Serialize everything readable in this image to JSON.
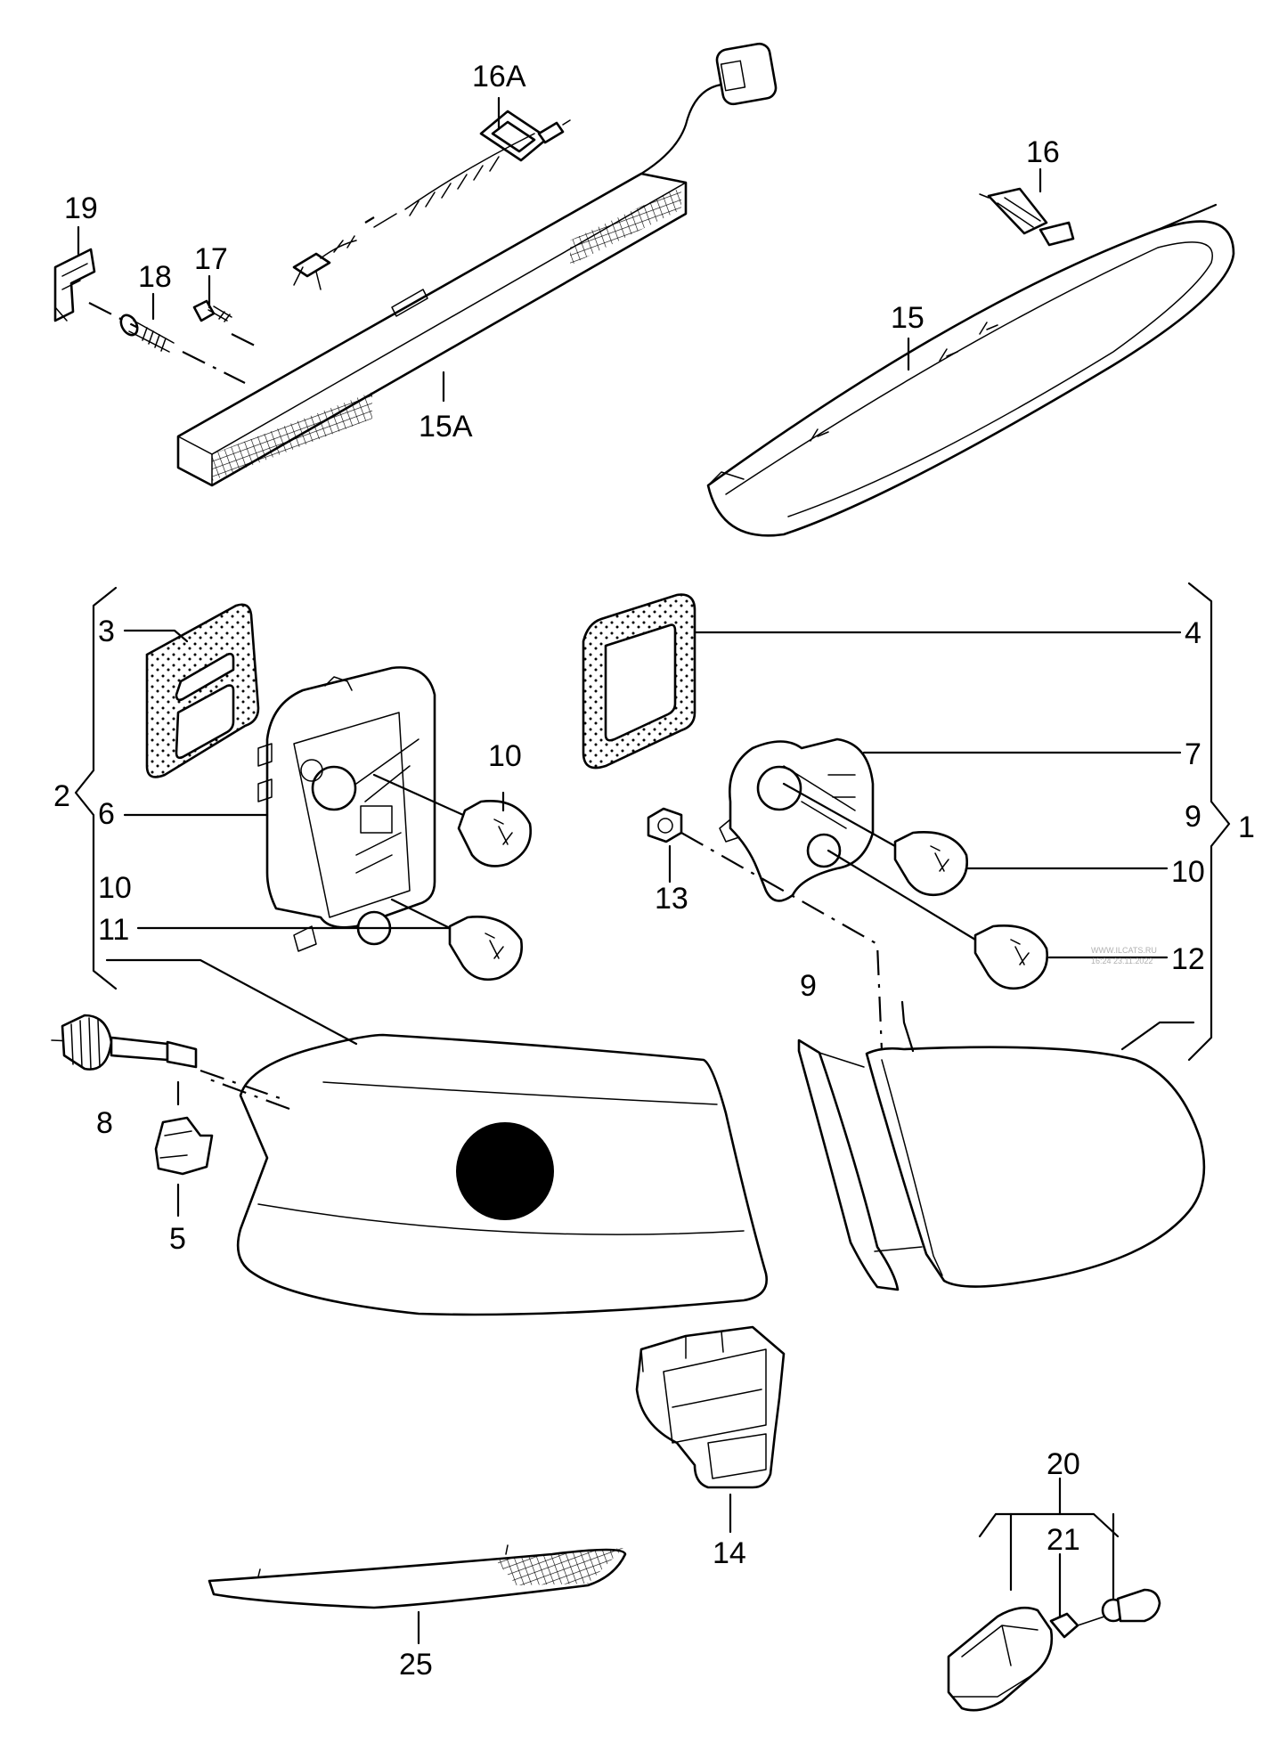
{
  "labels": {
    "l1": "1",
    "l2": "2",
    "l3": "3",
    "l4": "4",
    "l5": "5",
    "l6": "6",
    "l7": "7",
    "l8": "8",
    "l9a": "9",
    "l9b": "9",
    "l10a": "10",
    "l10b": "10",
    "l10c": "10",
    "l11": "11",
    "l12": "12",
    "l13": "13",
    "l14": "14",
    "l15": "15",
    "l15a": "15A",
    "l16": "16",
    "l16a": "16A",
    "l17": "17",
    "l18": "18",
    "l19": "19",
    "l20": "20",
    "l21": "21",
    "l25": "25"
  },
  "watermark": {
    "line1": "WWW.ILCATS.RU",
    "line2": "16:24 23.11.2022"
  },
  "colors": {
    "line": "#000000",
    "background": "#ffffff",
    "watermark": "#b0b0b0"
  }
}
